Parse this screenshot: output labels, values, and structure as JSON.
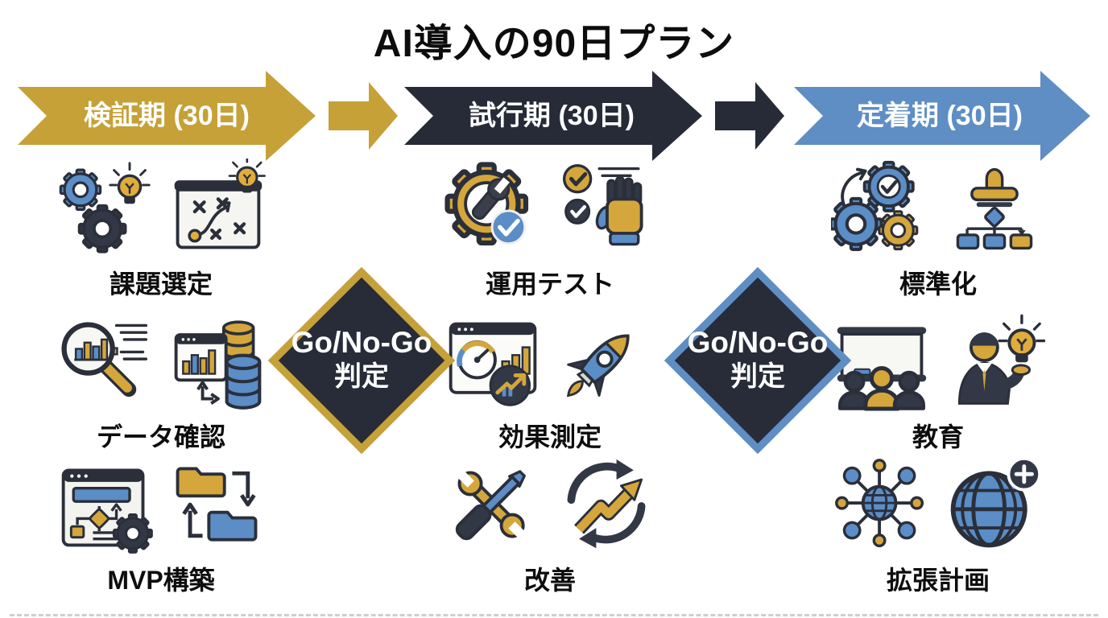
{
  "title": "AI導入の90日プラン",
  "colors": {
    "phase1_gold": "#C6A138",
    "phase2_navy": "#262B37",
    "phase3_blue": "#5E8EC4",
    "icon_gold": "#D4A63C",
    "icon_blue": "#5B8DC7",
    "icon_dark": "#333846"
  },
  "phases": [
    {
      "label": "検証期 (30日)",
      "color": "#C6A138",
      "items": [
        {
          "label": "課題選定",
          "icons": [
            "gears-lightbulb-icon",
            "strategy-board-icon"
          ]
        },
        {
          "label": "データ確認",
          "icons": [
            "magnifier-chart-icon",
            "database-window-icon"
          ]
        },
        {
          "label": "MVP構築",
          "icons": [
            "flowchart-window-icon",
            "folders-sync-icon"
          ]
        }
      ]
    },
    {
      "label": "試行期 (30日)",
      "color": "#262B37",
      "items": [
        {
          "label": "運用テスト",
          "icons": [
            "gear-wrench-check-icon",
            "checklist-hand-icon"
          ]
        },
        {
          "label": "効果測定",
          "icons": [
            "dashboard-gauge-icon",
            "rocket-icon"
          ]
        },
        {
          "label": "改善",
          "icons": [
            "wrench-screwdriver-icon",
            "cycle-growth-icon"
          ]
        }
      ]
    },
    {
      "label": "定着期 (30日)",
      "color": "#5E8EC4",
      "items": [
        {
          "label": "標準化",
          "icons": [
            "gears-check-icon",
            "stamp-flowchart-icon"
          ]
        },
        {
          "label": "教育",
          "icons": [
            "whiteboard-audience-icon",
            "presenter-lightbulb-icon"
          ]
        },
        {
          "label": "拡張計画",
          "icons": [
            "network-globe-icon",
            "globe-plus-icon"
          ]
        }
      ]
    }
  ],
  "gates": [
    {
      "line1": "Go/No-Go",
      "line2": "判定",
      "border_color": "#C6A138"
    },
    {
      "line1": "Go/No-Go",
      "line2": "判定",
      "border_color": "#5E8EC4"
    }
  ]
}
